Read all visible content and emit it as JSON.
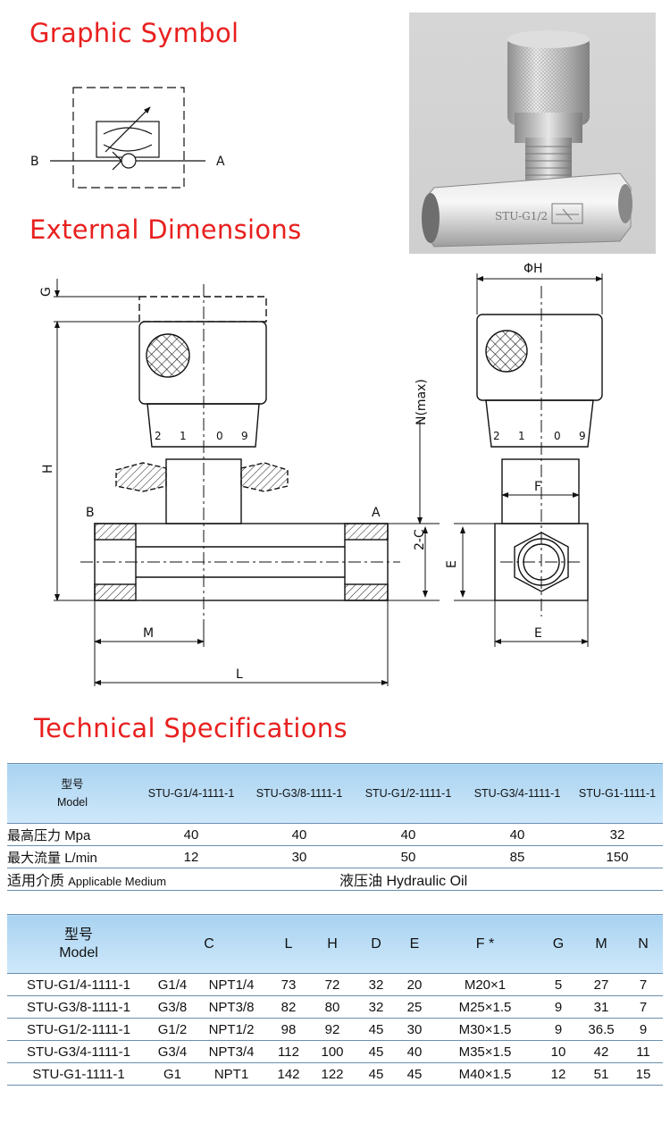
{
  "headings": {
    "graphic_symbol": "Graphic Symbol",
    "external_dimensions": "External Dimensions",
    "technical_specifications": "Technical Specifications"
  },
  "symbol": {
    "port_b": "B",
    "port_a": "A"
  },
  "photo": {
    "engraving": "STU-G1/2"
  },
  "drawing": {
    "g": "G",
    "h": "H",
    "n_max": "N(max)",
    "two_c": "2-C",
    "b": "B",
    "a": "A",
    "m": "M",
    "l": "L",
    "phi_h": "ΦH",
    "f": "F",
    "e_vertical": "E",
    "e_horizontal": "E",
    "dial_left": [
      "2",
      "1",
      "0",
      "9"
    ],
    "dial_right": [
      "2",
      "1",
      "0",
      "9"
    ]
  },
  "table1": {
    "model_cn": "型号",
    "model_en": "Model",
    "models": [
      "STU-G1/4-1111-1",
      "STU-G3/8-1111-1",
      "STU-G1/2-1111-1",
      "STU-G3/4-1111-1",
      "STU-G1-1111-1"
    ],
    "rows": [
      {
        "label_cn": "最高压力",
        "label_en": "Mpa",
        "values": [
          "40",
          "40",
          "40",
          "40",
          "32"
        ]
      },
      {
        "label_cn": "最大流量",
        "label_en": "L/min",
        "values": [
          "12",
          "30",
          "50",
          "85",
          "150"
        ]
      }
    ],
    "medium": {
      "label_cn": "适用介质",
      "label_en": "Applicable Medium",
      "value": "液压油 Hydraulic Oil"
    }
  },
  "table2": {
    "model_cn": "型号",
    "model_en": "Model",
    "columns": [
      "C",
      "L",
      "H",
      "D",
      "E",
      "F *",
      "G",
      "M",
      "N"
    ],
    "rows": [
      {
        "model": "STU-G1/4-1111-1",
        "c1": "G1/4",
        "c2": "NPT1/4",
        "L": "73",
        "H": "72",
        "D": "32",
        "E": "20",
        "F": "M20×1",
        "G": "5",
        "M": "27",
        "N": "7"
      },
      {
        "model": "STU-G3/8-1111-1",
        "c1": "G3/8",
        "c2": "NPT3/8",
        "L": "82",
        "H": "80",
        "D": "32",
        "E": "25",
        "F": "M25×1.5",
        "G": "9",
        "M": "31",
        "N": "7"
      },
      {
        "model": "STU-G1/2-1111-1",
        "c1": "G1/2",
        "c2": "NPT1/2",
        "L": "98",
        "H": "92",
        "D": "45",
        "E": "30",
        "F": "M30×1.5",
        "G": "9",
        "M": "36.5",
        "N": "9"
      },
      {
        "model": "STU-G3/4-1111-1",
        "c1": "G3/4",
        "c2": "NPT3/4",
        "L": "112",
        "H": "100",
        "D": "45",
        "E": "40",
        "F": "M35×1.5",
        "G": "10",
        "M": "42",
        "N": "11"
      },
      {
        "model": "STU-G1-1111-1",
        "c1": "G1",
        "c2": "NPT1",
        "L": "142",
        "H": "122",
        "D": "45",
        "E": "45",
        "F": "M40×1.5",
        "G": "12",
        "M": "51",
        "N": "15"
      }
    ]
  }
}
